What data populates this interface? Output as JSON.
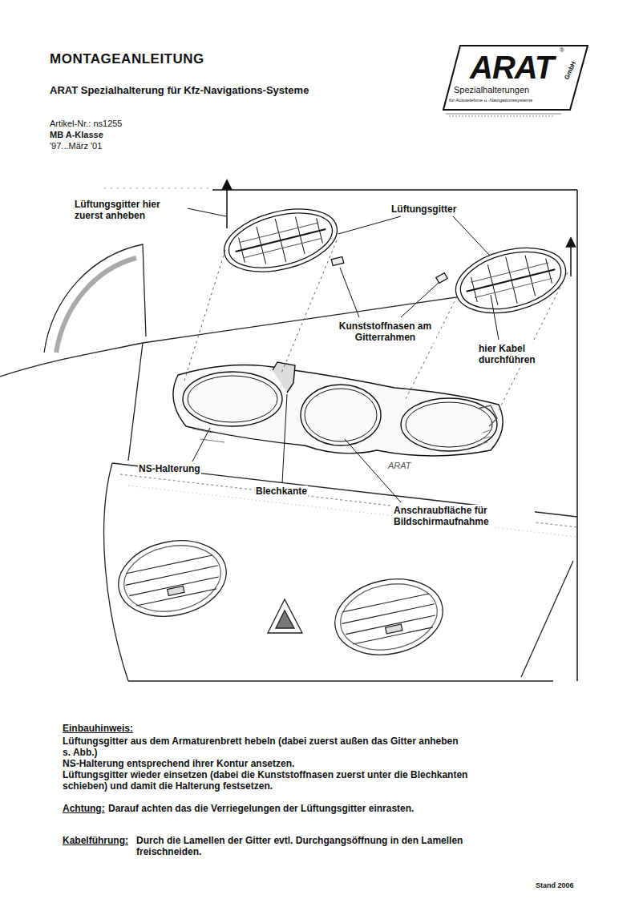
{
  "diagram": {
    "title": "MONTAGEANLEITUNG",
    "nodes": [
      {
        "text": [
          "ARAT",
          "®",
          "GmbH",
          "Spezialhalterungen",
          "für Autotelefone u.-Navigationssysteme"
        ]
      }
    ],
    "labels": [
      "ARAT Spezialhalterung für Kfz-Navigations-Systeme",
      "Artikel-Nr.: ns1255",
      "MB A-Klasse",
      "'97...März '01",
      "Lüftungsgitter hier zuerst anheben",
      "Lüftungsgitter",
      "Kunststoffnasen am Gitterrahmen",
      "hier Kabel durchführen",
      "NS-Halterung",
      "Blechkante",
      "Anschraubfläche für Bildschirmaufnahme",
      "ARAT",
      "Einbauhinweis:",
      "Lüftungsgitter aus  dem Armaturenbrett hebeln (dabei zuerst außen das Gitter anheben s. Abb.)",
      "NS-Halterung entsprechend ihrer Kontur ansetzen.",
      "Lüftungsgitter wieder einsetzen (dabei die Kunststoffnasen zuerst unter die Blechkanten schieben) und damit die Halterung festsetzen.",
      "Achtung:",
      "Darauf achten das die Verriegelungen der Lüftungsgitter einrasten.",
      "Kabelführung:",
      "Durch die Lamellen der Gitter evtl. Durchgangsöffnung in den Lamellen freischneiden.",
      "Stand 2006"
    ]
  }
}
